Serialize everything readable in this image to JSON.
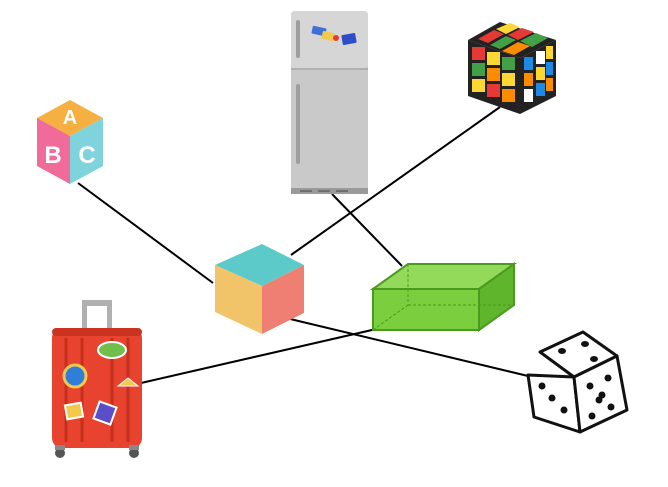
{
  "diagram": {
    "type": "matching-lines",
    "shapes": [
      {
        "name": "cube",
        "color_top": "#5ccac8",
        "color_left": "#f2c46a",
        "color_right": "#ee7f72"
      },
      {
        "name": "cuboid",
        "color": "#7bcf3f",
        "stroke": "#4a9a1e"
      }
    ],
    "objects": [
      {
        "name": "abc-block",
        "letters": [
          "A",
          "B",
          "C"
        ],
        "colors": [
          "#f5b041",
          "#f06a9a",
          "#7fd3dc"
        ]
      },
      {
        "name": "refrigerator",
        "color": "#c7c7c7"
      },
      {
        "name": "rubiks-cube",
        "colors": [
          "#e53935",
          "#43a047",
          "#fdd835",
          "#fb8c00",
          "#1e88e5",
          "#ffffff"
        ]
      },
      {
        "name": "suitcase",
        "color": "#e8432f"
      },
      {
        "name": "dice",
        "color": "#ffffff"
      }
    ],
    "connections": [
      {
        "from": "abc-block",
        "to": "cube"
      },
      {
        "from": "rubiks-cube",
        "to": "cube"
      },
      {
        "from": "cube",
        "to": "dice"
      },
      {
        "from": "refrigerator",
        "to": "cuboid"
      },
      {
        "from": "suitcase",
        "to": "cuboid"
      }
    ]
  }
}
